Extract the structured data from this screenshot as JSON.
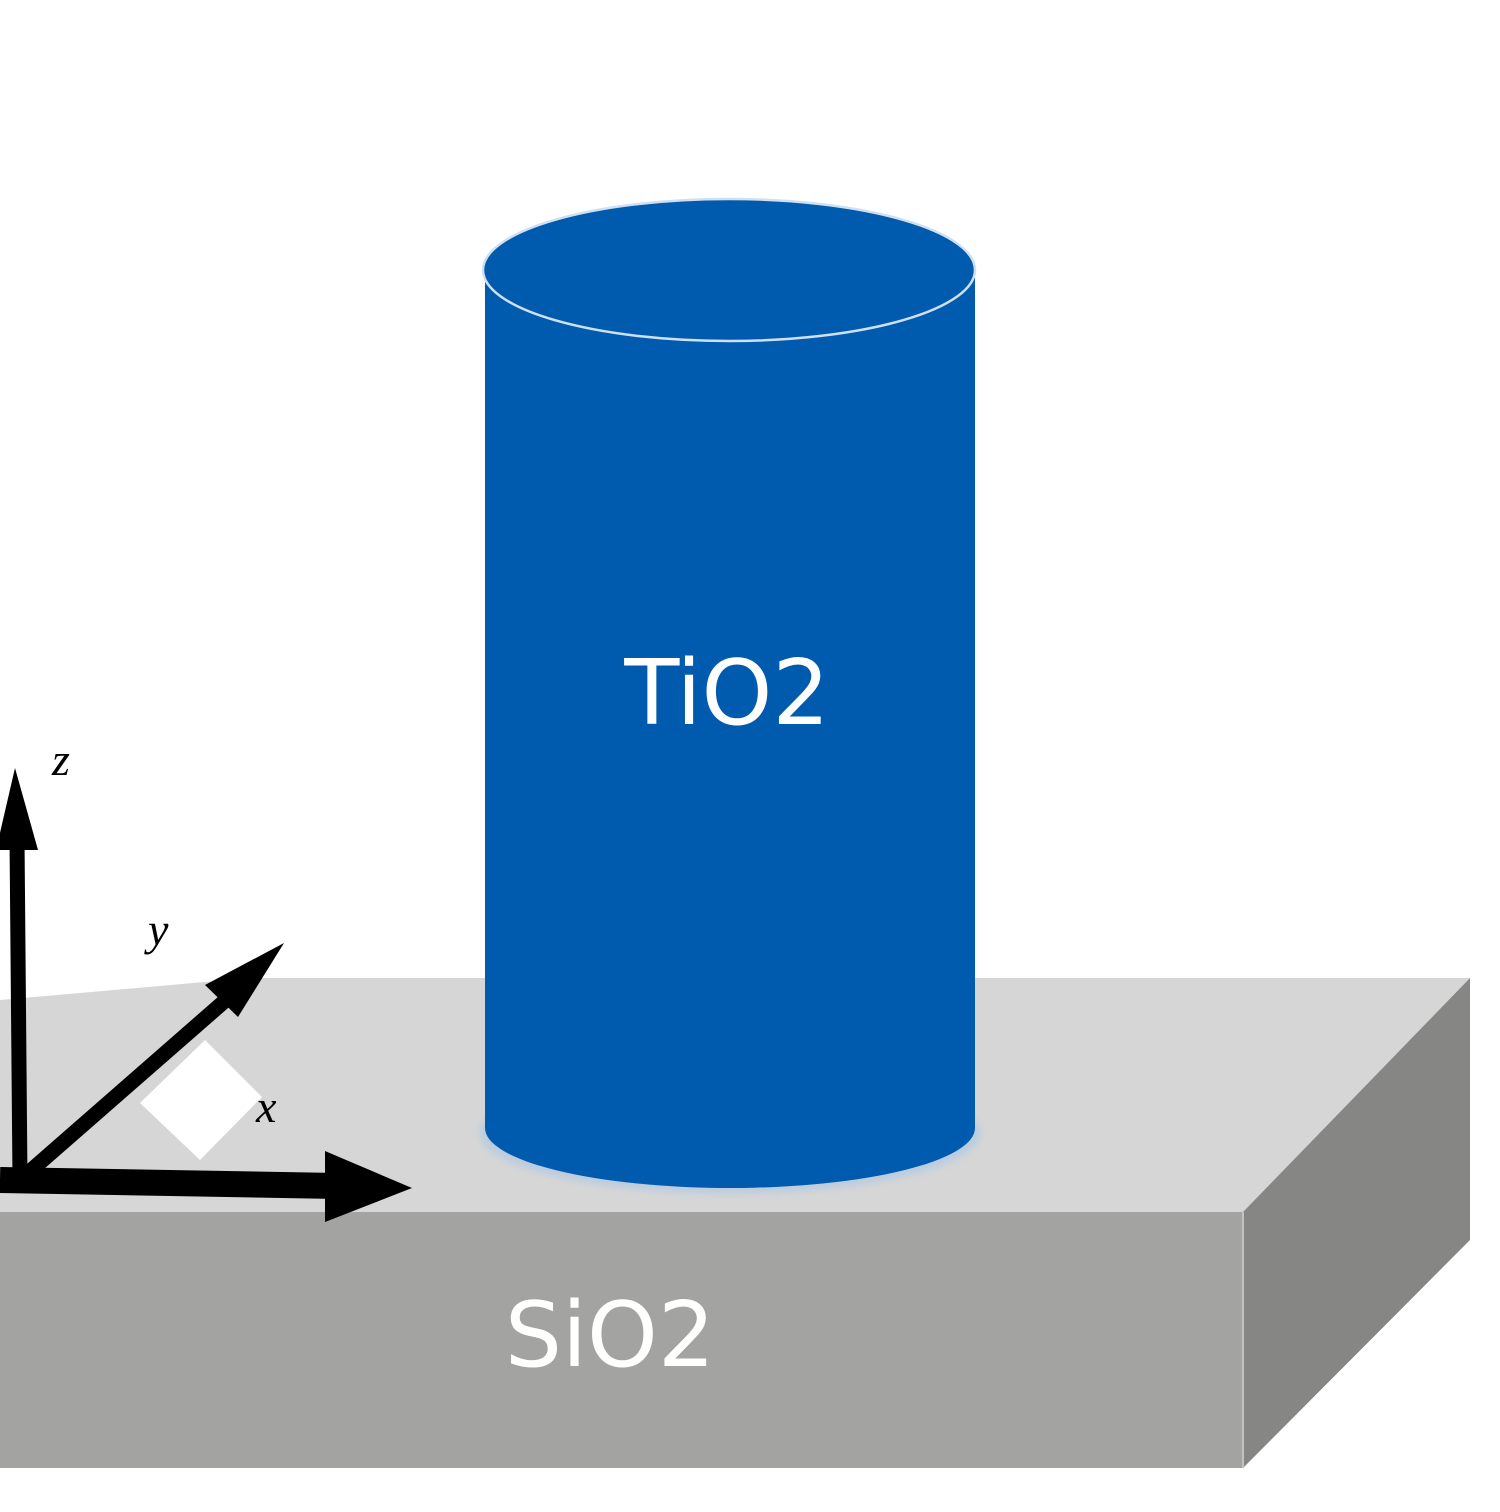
{
  "substrate": {
    "label": "SiO2",
    "colors": {
      "top": "#d6d6d6",
      "front": "#a3a3a1",
      "side": "#868785"
    }
  },
  "pillar": {
    "label": "TiO2",
    "colors": {
      "body": "#005bae",
      "rim": "#cfe0f2"
    }
  },
  "axes": {
    "z": "z",
    "y": "y",
    "x": "x",
    "color": "#000000"
  }
}
